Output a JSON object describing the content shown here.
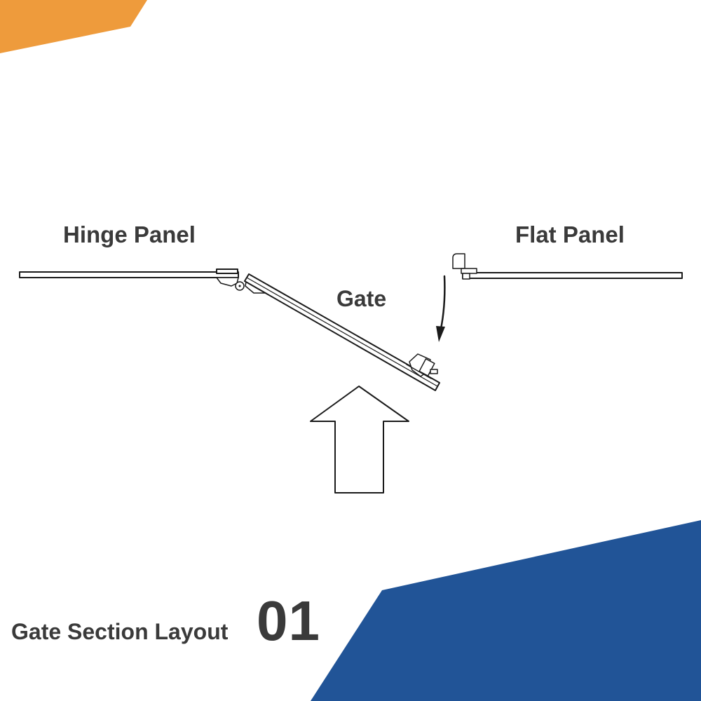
{
  "labels": {
    "hinge_panel": "Hinge Panel",
    "flat_panel": "Flat Panel",
    "gate": "Gate",
    "layout_title": "Gate Section Layout",
    "layout_number": "01"
  },
  "colors": {
    "accent_orange": "#EE9B3C",
    "accent_blue": "#215497",
    "line": "#1a1a1a",
    "text": "#3a3a3a"
  }
}
